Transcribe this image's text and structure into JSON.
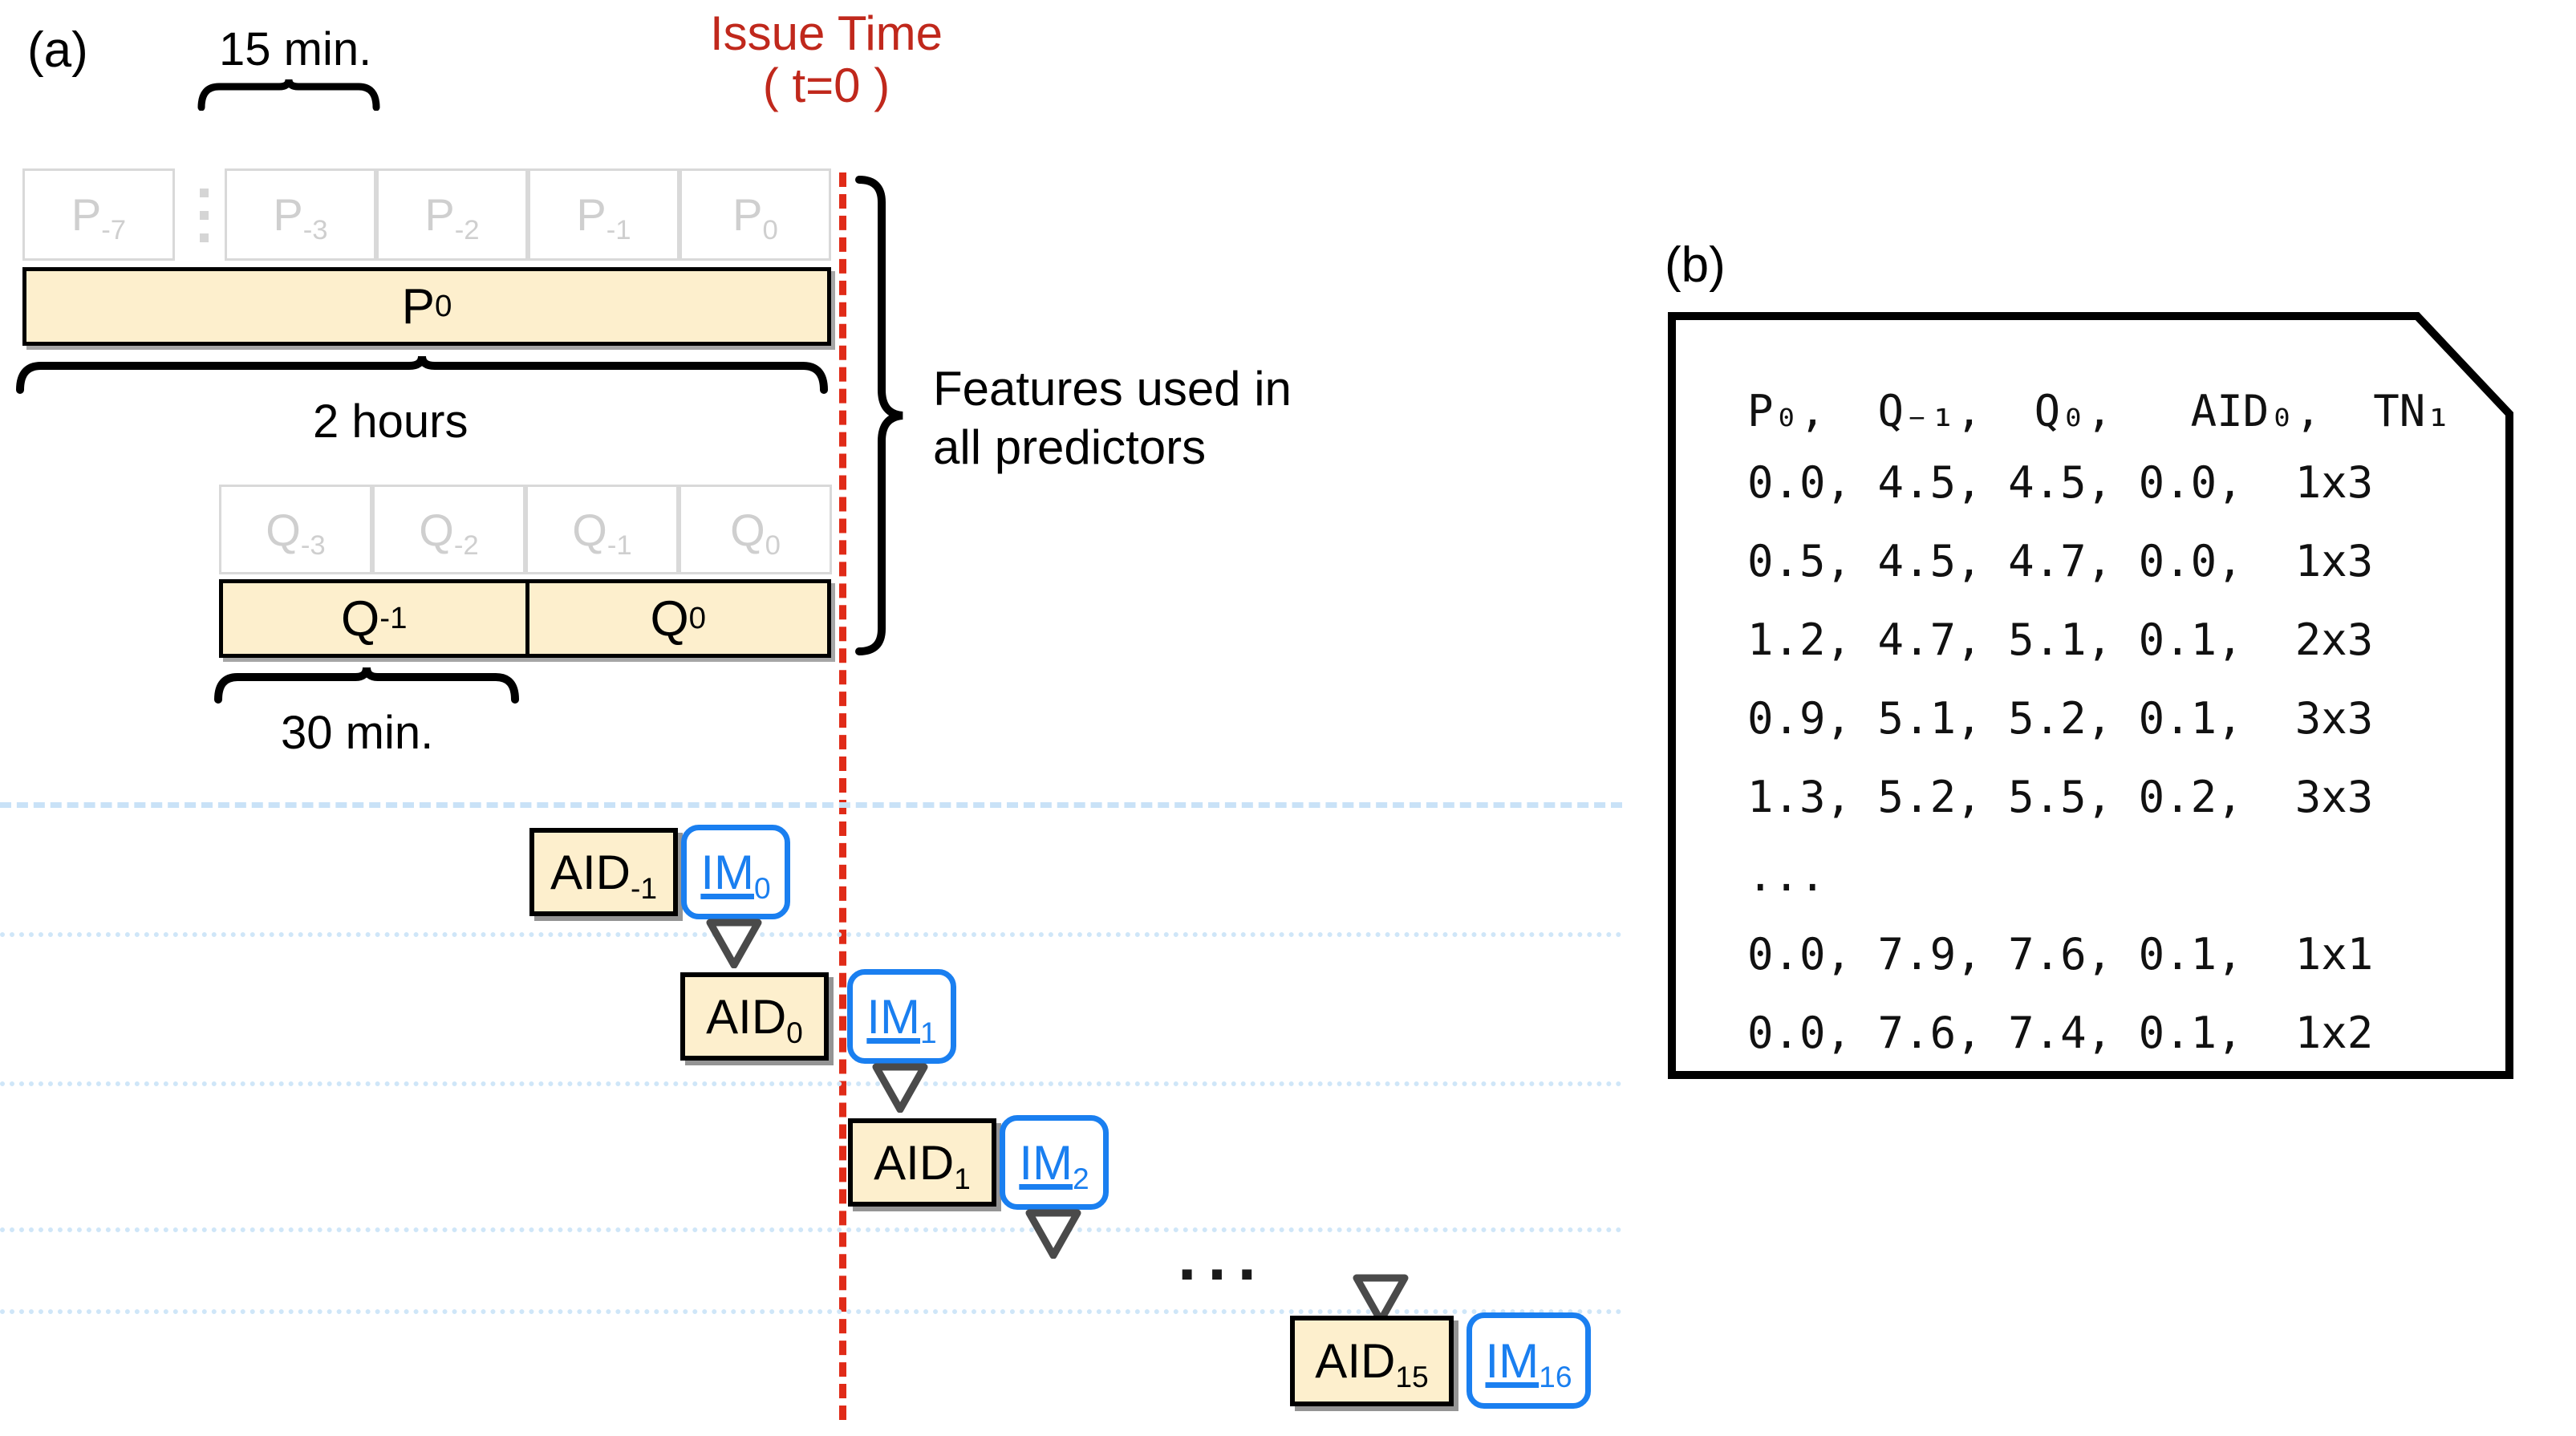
{
  "panel_a": {
    "label": "(a)",
    "issue_time": {
      "line1": "Issue Time",
      "line2": "( t=0 )",
      "color": "#C0281C"
    },
    "brace_15min": "15 min.",
    "brace_2hours": "2 hours",
    "brace_30min": "30 min.",
    "features_note_line1": "Features used in",
    "features_note_line2": "all predictors",
    "p_ghost": [
      {
        "base": "P",
        "sub": "-7"
      },
      {
        "base": "P",
        "sub": "-3"
      },
      {
        "base": "P",
        "sub": "-2"
      },
      {
        "base": "P",
        "sub": "-1"
      },
      {
        "base": "P",
        "sub": "0"
      }
    ],
    "p_solid": {
      "base": "P",
      "sub": "0"
    },
    "q_ghost": [
      {
        "base": "Q",
        "sub": "-3"
      },
      {
        "base": "Q",
        "sub": "-2"
      },
      {
        "base": "Q",
        "sub": "-1"
      },
      {
        "base": "Q",
        "sub": "0"
      }
    ],
    "q_solid": [
      {
        "base": "Q",
        "sub": "-1"
      },
      {
        "base": "Q",
        "sub": "0"
      }
    ],
    "sequence": [
      {
        "aid": {
          "base": "AID",
          "sub": "-1"
        },
        "im": {
          "base": "IM",
          "sub": "0"
        }
      },
      {
        "aid": {
          "base": "AID",
          "sub": "0"
        },
        "im": {
          "base": "IM",
          "sub": "1"
        }
      },
      {
        "aid": {
          "base": "AID",
          "sub": "1"
        },
        "im": {
          "base": "IM",
          "sub": "2"
        }
      },
      {
        "aid": {
          "base": "AID",
          "sub": "15"
        },
        "im": {
          "base": "IM",
          "sub": "16"
        }
      }
    ],
    "sequence_ellipsis": "...",
    "colors": {
      "tan_fill": "#FDEFCD",
      "box_border": "#000000",
      "im_blue": "#1A7FF0",
      "ghost_gray": "#D9D9D9",
      "issue_red": "#E02B18",
      "guide_blue": "#C9E2F7"
    }
  },
  "panel_b": {
    "label": "(b)",
    "header_cells": [
      {
        "base": "P",
        "sub": "0"
      },
      {
        "base": "Q",
        "sub": "-1"
      },
      {
        "base": "Q",
        "sub": "0"
      },
      {
        "base": "AID",
        "sub": "0"
      },
      {
        "base": "TN",
        "sub": "1"
      }
    ],
    "header_text": "P₀,  Q₋₁,  Q₀,   AID₀,  TN₁",
    "rows": [
      "0.0, 4.5, 4.5, 0.0,  1x3",
      "0.5, 4.5, 4.7, 0.0,  1x3",
      "1.2, 4.7, 5.1, 0.1,  2x3",
      "0.9, 5.1, 5.2, 0.1,  3x3",
      "1.3, 5.2, 5.5, 0.2,  3x3",
      "...",
      "0.0, 7.9, 7.6, 0.1,  1x1",
      "0.0, 7.6, 7.4, 0.1,  1x2"
    ],
    "table_data": {
      "columns": [
        "P_0",
        "Q_-1",
        "Q_0",
        "AID_0",
        "TN_1"
      ],
      "values": [
        [
          "0.0",
          "4.5",
          "4.5",
          "0.0",
          "1x3"
        ],
        [
          "0.5",
          "4.5",
          "4.7",
          "0.0",
          "1x3"
        ],
        [
          "1.2",
          "4.7",
          "5.1",
          "0.1",
          "2x3"
        ],
        [
          "0.9",
          "5.1",
          "5.2",
          "0.1",
          "3x3"
        ],
        [
          "1.3",
          "5.2",
          "5.5",
          "0.2",
          "3x3"
        ],
        [
          "...",
          "",
          "",
          "",
          ""
        ],
        [
          "0.0",
          "7.9",
          "7.6",
          "0.1",
          "1x1"
        ],
        [
          "0.0",
          "7.6",
          "7.4",
          "0.1",
          "1x2"
        ]
      ]
    }
  }
}
